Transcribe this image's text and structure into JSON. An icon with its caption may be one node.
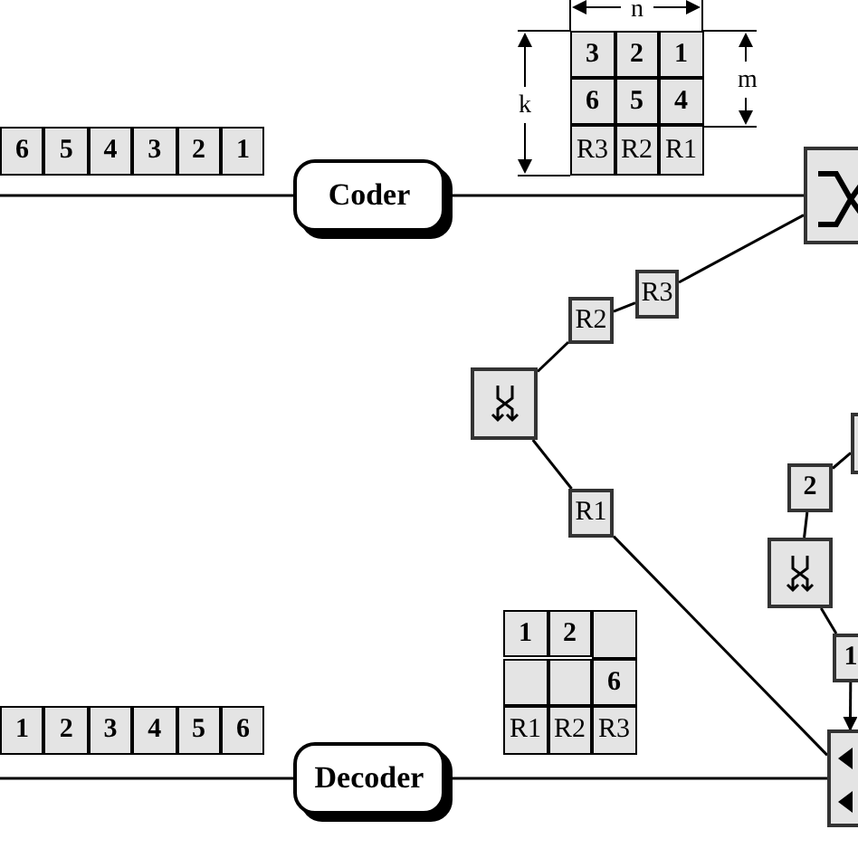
{
  "diagram": {
    "nodes": [
      {
        "text": [
          "Coder"
        ]
      },
      {
        "text": [],
        "shape": "box"
      },
      {
        "text": [
          "R3"
        ]
      },
      {
        "text": [
          "R2"
        ]
      },
      {
        "text": [],
        "shape": "box"
      },
      {
        "text": [
          "R1"
        ]
      },
      {
        "text": [
          "2"
        ]
      },
      {
        "text": [],
        "shape": "box"
      },
      {
        "text": [
          "1"
        ]
      },
      {
        "text": [
          "Decoder"
        ]
      },
      {
        "text": [],
        "shape": "box"
      },
      {
        "text": [],
        "shape": "box"
      }
    ],
    "edges": [
      {
        "from": null,
        "to": 0,
        "arrow": "none"
      },
      {
        "from": 0,
        "to": 1,
        "arrow": "none"
      },
      {
        "from": 1,
        "to": 2,
        "arrow": "none"
      },
      {
        "from": 2,
        "to": 3,
        "arrow": "none"
      },
      {
        "from": 3,
        "to": 4,
        "arrow": "none"
      },
      {
        "from": 4,
        "to": 5,
        "arrow": "none"
      },
      {
        "from": 5,
        "to": 10,
        "arrow": "none"
      },
      {
        "from": 11,
        "to": 6,
        "arrow": "none"
      },
      {
        "from": 6,
        "to": 7,
        "arrow": "none"
      },
      {
        "from": 7,
        "to": 8,
        "arrow": "none"
      },
      {
        "from": 8,
        "to": 10,
        "arrow": "to"
      },
      {
        "from": 10,
        "to": 9,
        "arrow": "none"
      },
      {
        "from": 9,
        "to": null,
        "arrow": "none"
      }
    ],
    "labels": [
      "n",
      "3",
      "2",
      "1",
      "m",
      "k",
      "6",
      "5",
      "4",
      "6",
      "5",
      "4",
      "3",
      "2",
      "1",
      "R3",
      "R2",
      "R1",
      "1",
      "2",
      "6",
      "1",
      "2",
      "3",
      "4",
      "5",
      "6",
      "R1",
      "R2",
      "R3"
    ]
  }
}
